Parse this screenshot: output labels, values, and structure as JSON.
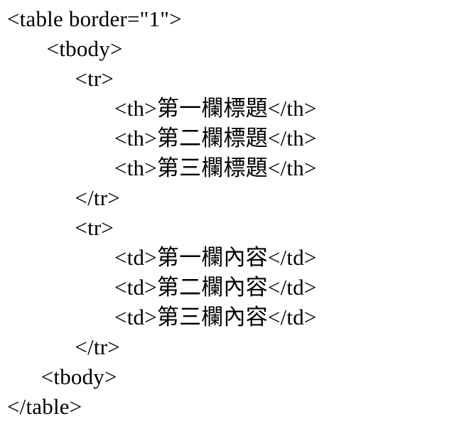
{
  "page": {
    "kind": "rendered-html-source-snippet",
    "background_color": "#ffffff",
    "text_color": "#000000"
  },
  "code": {
    "language": "html",
    "lines": [
      {
        "text": "<table border=\"1\">"
      },
      {
        "text": "       <tbody>"
      },
      {
        "text": "            <tr>"
      },
      {
        "text": "                   <th>第一欄標題</th>"
      },
      {
        "text": "                   <th>第二欄標題</th>"
      },
      {
        "text": "                   <th>第三欄標題</th>"
      },
      {
        "text": "            </tr>"
      },
      {
        "text": "            <tr>"
      },
      {
        "text": "                   <td>第一欄內容</td>"
      },
      {
        "text": "                   <td>第二欄內容</td>"
      },
      {
        "text": "                   <td>第三欄內容</td>"
      },
      {
        "text": "            </tr>"
      },
      {
        "text": "      <tbody>"
      },
      {
        "text": "</table>"
      }
    ]
  }
}
